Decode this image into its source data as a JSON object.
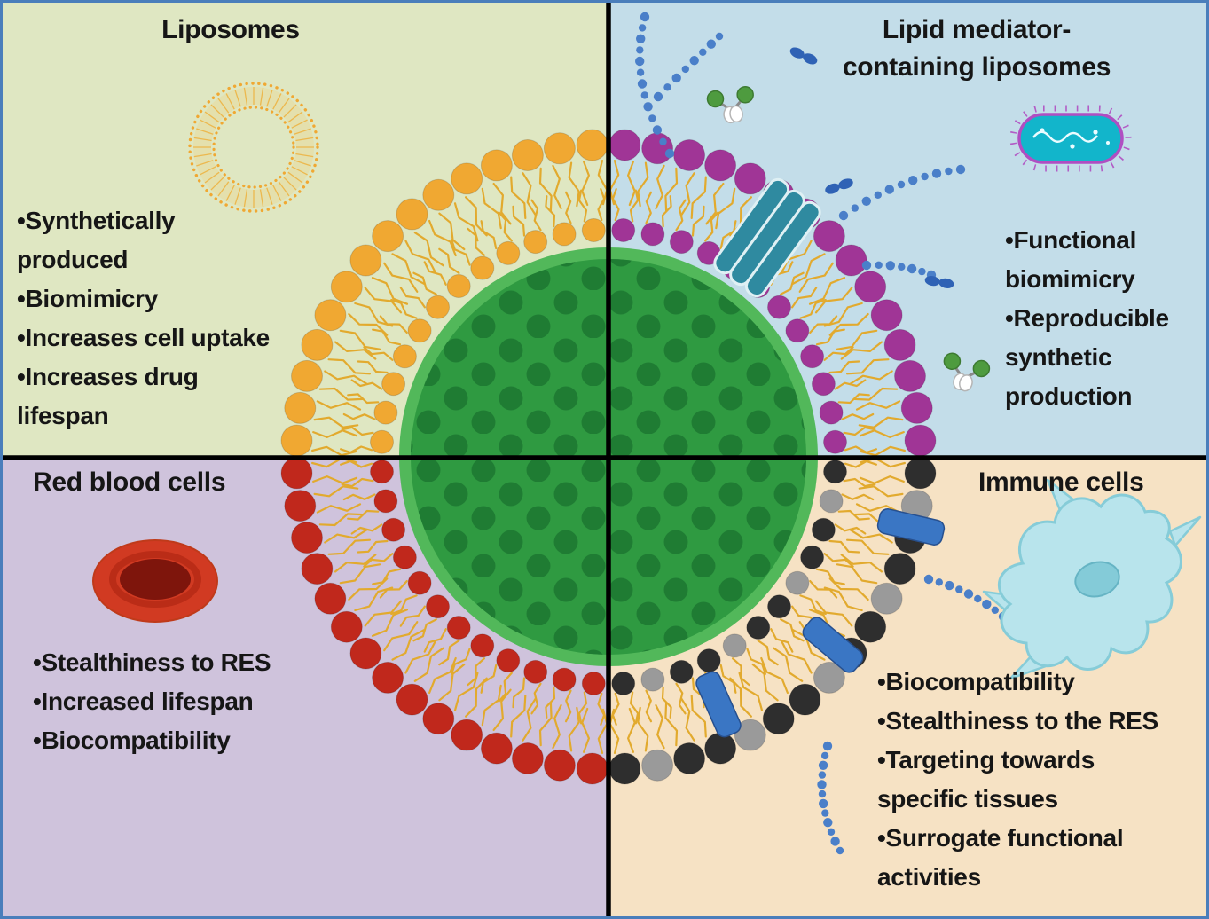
{
  "quadrants": {
    "liposomes": {
      "title": "Liposomes",
      "bullets": [
        "•Synthetically\nproduced",
        "•Biomimicry",
        "•Increases cell uptake",
        "•Increases drug\nlifespan"
      ]
    },
    "lipid_mediator_liposomes": {
      "title": "Lipid mediator-\ncontaining liposomes",
      "bullets": [
        "•Functional\nbiomimicry",
        "•Reproducible\nsynthetic\nproduction"
      ]
    },
    "red_blood_cells": {
      "title": "Red blood cells",
      "bullets": [
        "•Stealthiness to RES",
        "•Increased lifespan",
        "•Biocompatibility"
      ]
    },
    "immune_cells": {
      "title": "Immune cells",
      "bullets": [
        "•Biocompatibility",
        "•Stealthiness to the RES",
        "•Targeting towards\nspecific tissues",
        "•Surrogate functional\nactivities"
      ]
    }
  },
  "icons": {
    "liposome_icon": "dotted-double-ring-vesicle",
    "bacterium_icon": "teal-rod-bacterium-with-pili",
    "red_blood_cell_icon": "biconcave-red-disc",
    "immune_cell_icon": "amoeboid-cell-with-nucleus",
    "antibody_icon": "y-shaped-antibody-green-tips",
    "peg_chain_icon": "blue-bead-polymer-chain",
    "channel_protein_icon": "teal-transmembrane-channel",
    "transmembrane_protein_icon": "blue-membrane-rod"
  },
  "colors": {
    "border": "#4a7ebb",
    "divider": "#000000",
    "text": "#161616",
    "quadrant_bg": {
      "liposomes": "#dfe7c2",
      "lipid_mediator_liposomes": "#c3dde9",
      "red_blood_cells": "#cfc3dc",
      "immune_cells": "#f6e2c4"
    },
    "membrane_heads": {
      "liposomes": "#f0a832",
      "lipid_mediator_liposomes": "#a03596",
      "red_blood_cells": "#c0281c",
      "immune_cells": "#2e2e2e",
      "immune_cells_alt": "#9a9a9a"
    },
    "tail": "#e2aa2e",
    "core_rim": "#52b85a",
    "core": "#2f9a41",
    "core_dot": "#1f7c33",
    "protein_channel": "#2f8aa0",
    "protein_rect": "#3a76c4",
    "bead_chain": "#4a7fc9",
    "dumbbell": "#2f62b5",
    "antibody_tip": "#4e9b3f",
    "bacterium_fill": "#12b5cb",
    "bacterium_outline": "#b04ec2",
    "rbc_fill": "#d13a22",
    "rbc_center": "#7e150c",
    "immune_cell_fill": "#b8e4ec",
    "immune_cell_outline": "#86ccd8",
    "immune_cell_nucleus": "#84cbd8"
  }
}
